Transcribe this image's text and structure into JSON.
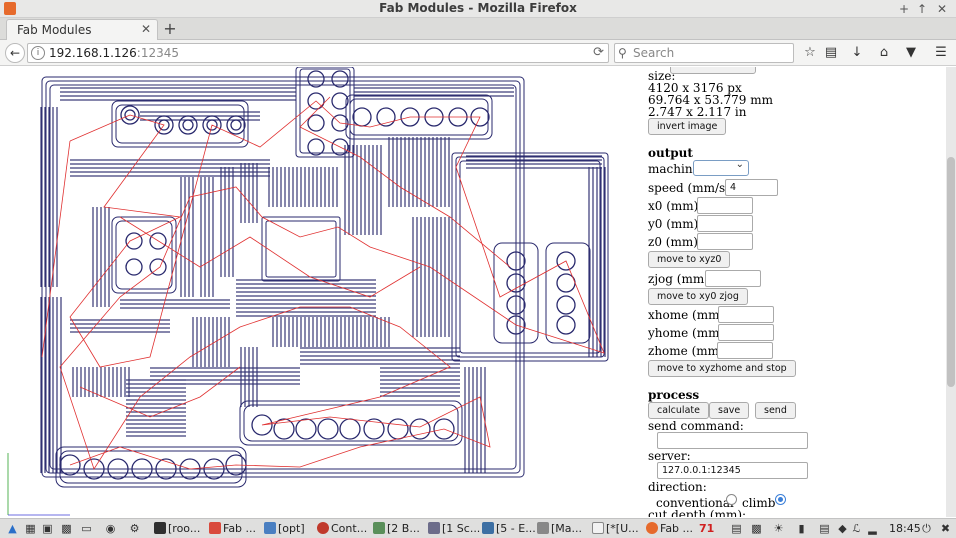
{
  "window": {
    "title": "Fab Modules - Mozilla Firefox",
    "minimize": "+",
    "maximize": "↑",
    "close": "✕"
  },
  "tab": {
    "label": "Fab Modules",
    "close": "✕",
    "new_tab": "+"
  },
  "nav": {
    "url_host": "192.168.1.126",
    "url_port": ":12345",
    "search_placeholder": "Search"
  },
  "icons": {
    "back": "back-arrow-icon",
    "info": "info-icon",
    "reload": "reload-icon",
    "search": "magnifier-icon",
    "bookmark": "star-icon",
    "library": "clipboard-icon",
    "downloads": "download-arrow-icon",
    "home": "home-icon",
    "pocket": "pocket-icon",
    "menu": "hamburger-menu-icon"
  },
  "colors": {
    "trace": "#2a2a6e",
    "path": "#e03030",
    "accent": "#3b7fd8"
  },
  "panel": {
    "size_label": "size:",
    "size_px": "4120 x 3176 px",
    "size_mm": "69.764 x 53.779 mm",
    "size_in": "2.747 x 2.117 in",
    "invert_button": "invert image",
    "output_heading": "output",
    "machine_label": "machine",
    "speed_label": "speed (mm/s):",
    "speed_value": "4",
    "x0_label": "x0 (mm):",
    "y0_label": "y0 (mm):",
    "z0_label": "z0 (mm):",
    "move_xyz0_button": "move to xyz0",
    "zjog_label": "zjog (mm):",
    "move_xy0_zjog_button": "move to xy0 zjog",
    "xhome_label": "xhome (mm):",
    "yhome_label": "yhome (mm):",
    "zhome_label": "zhome (mm):",
    "move_home_stop_button": "move to xyzhome and stop",
    "process_heading": "process",
    "calculate_button": "calculate",
    "save_button": "save",
    "send_button": "send",
    "send_command_label": "send command:",
    "server_label": "server:",
    "server_value": "127.0.0.1:12345",
    "direction_label": "direction:",
    "conventional_label": "conventional",
    "climb_label": "climb",
    "cut_depth_label": "cut depth (mm):"
  },
  "taskbar": {
    "items": [
      {
        "label": "[roo...",
        "color": "#2f2f2f"
      },
      {
        "label": "Fab ...",
        "color": "#d9493c"
      },
      {
        "label": "[opt]",
        "color": "#4a7fc1"
      },
      {
        "label": "Cont...",
        "color": "#c0392b"
      },
      {
        "label": "[2 B...",
        "color": "#5a8f5a"
      },
      {
        "label": "[1 Sc...",
        "color": "#6c6c8a"
      },
      {
        "label": "[5 - E...",
        "color": "#3d6fa3"
      },
      {
        "label": "[Ma...",
        "color": "#888888"
      },
      {
        "label": "[*[U...",
        "color": "#f2f2f2"
      },
      {
        "label": "Fab ...",
        "color": "#e66a2c"
      }
    ],
    "badge": "71",
    "clock": "18:45"
  }
}
